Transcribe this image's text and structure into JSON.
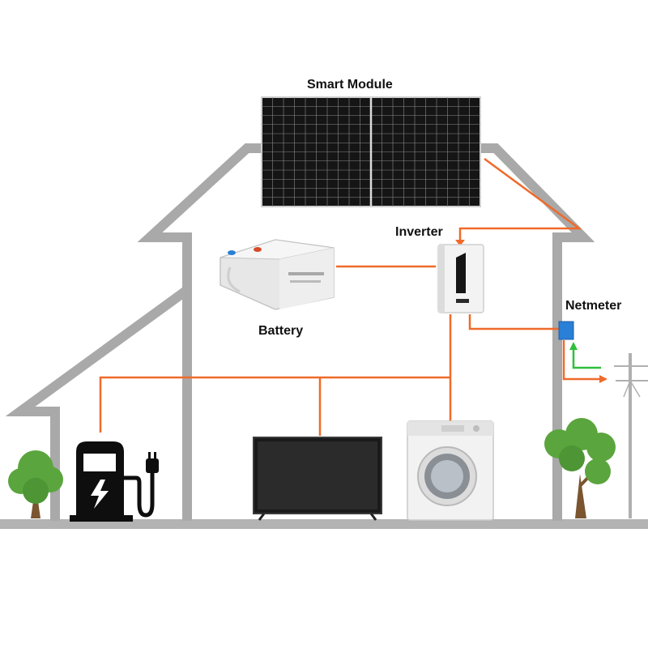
{
  "labels": {
    "solar_panel": "Smart Module",
    "inverter": "Inverter",
    "battery": "Battery",
    "netmeter": "Netmeter"
  },
  "colors": {
    "house_outline": "#a9a9a9",
    "ground": "#b3b3b3",
    "wire": "#f06a2a",
    "export_arrow": "#f06a2a",
    "import_arrow": "#2fbf3a",
    "panel_cell": "#151515",
    "netmeter": "#2a7fd6",
    "tree_foliage": "#5aa53d",
    "tree_trunk": "#7a5530"
  },
  "icons": [
    "solar-panel-icon",
    "inverter-icon",
    "battery-icon",
    "netmeter-icon",
    "ev-charger-icon",
    "tv-icon",
    "washing-machine-icon",
    "utility-pole-icon",
    "tree-icon"
  ]
}
